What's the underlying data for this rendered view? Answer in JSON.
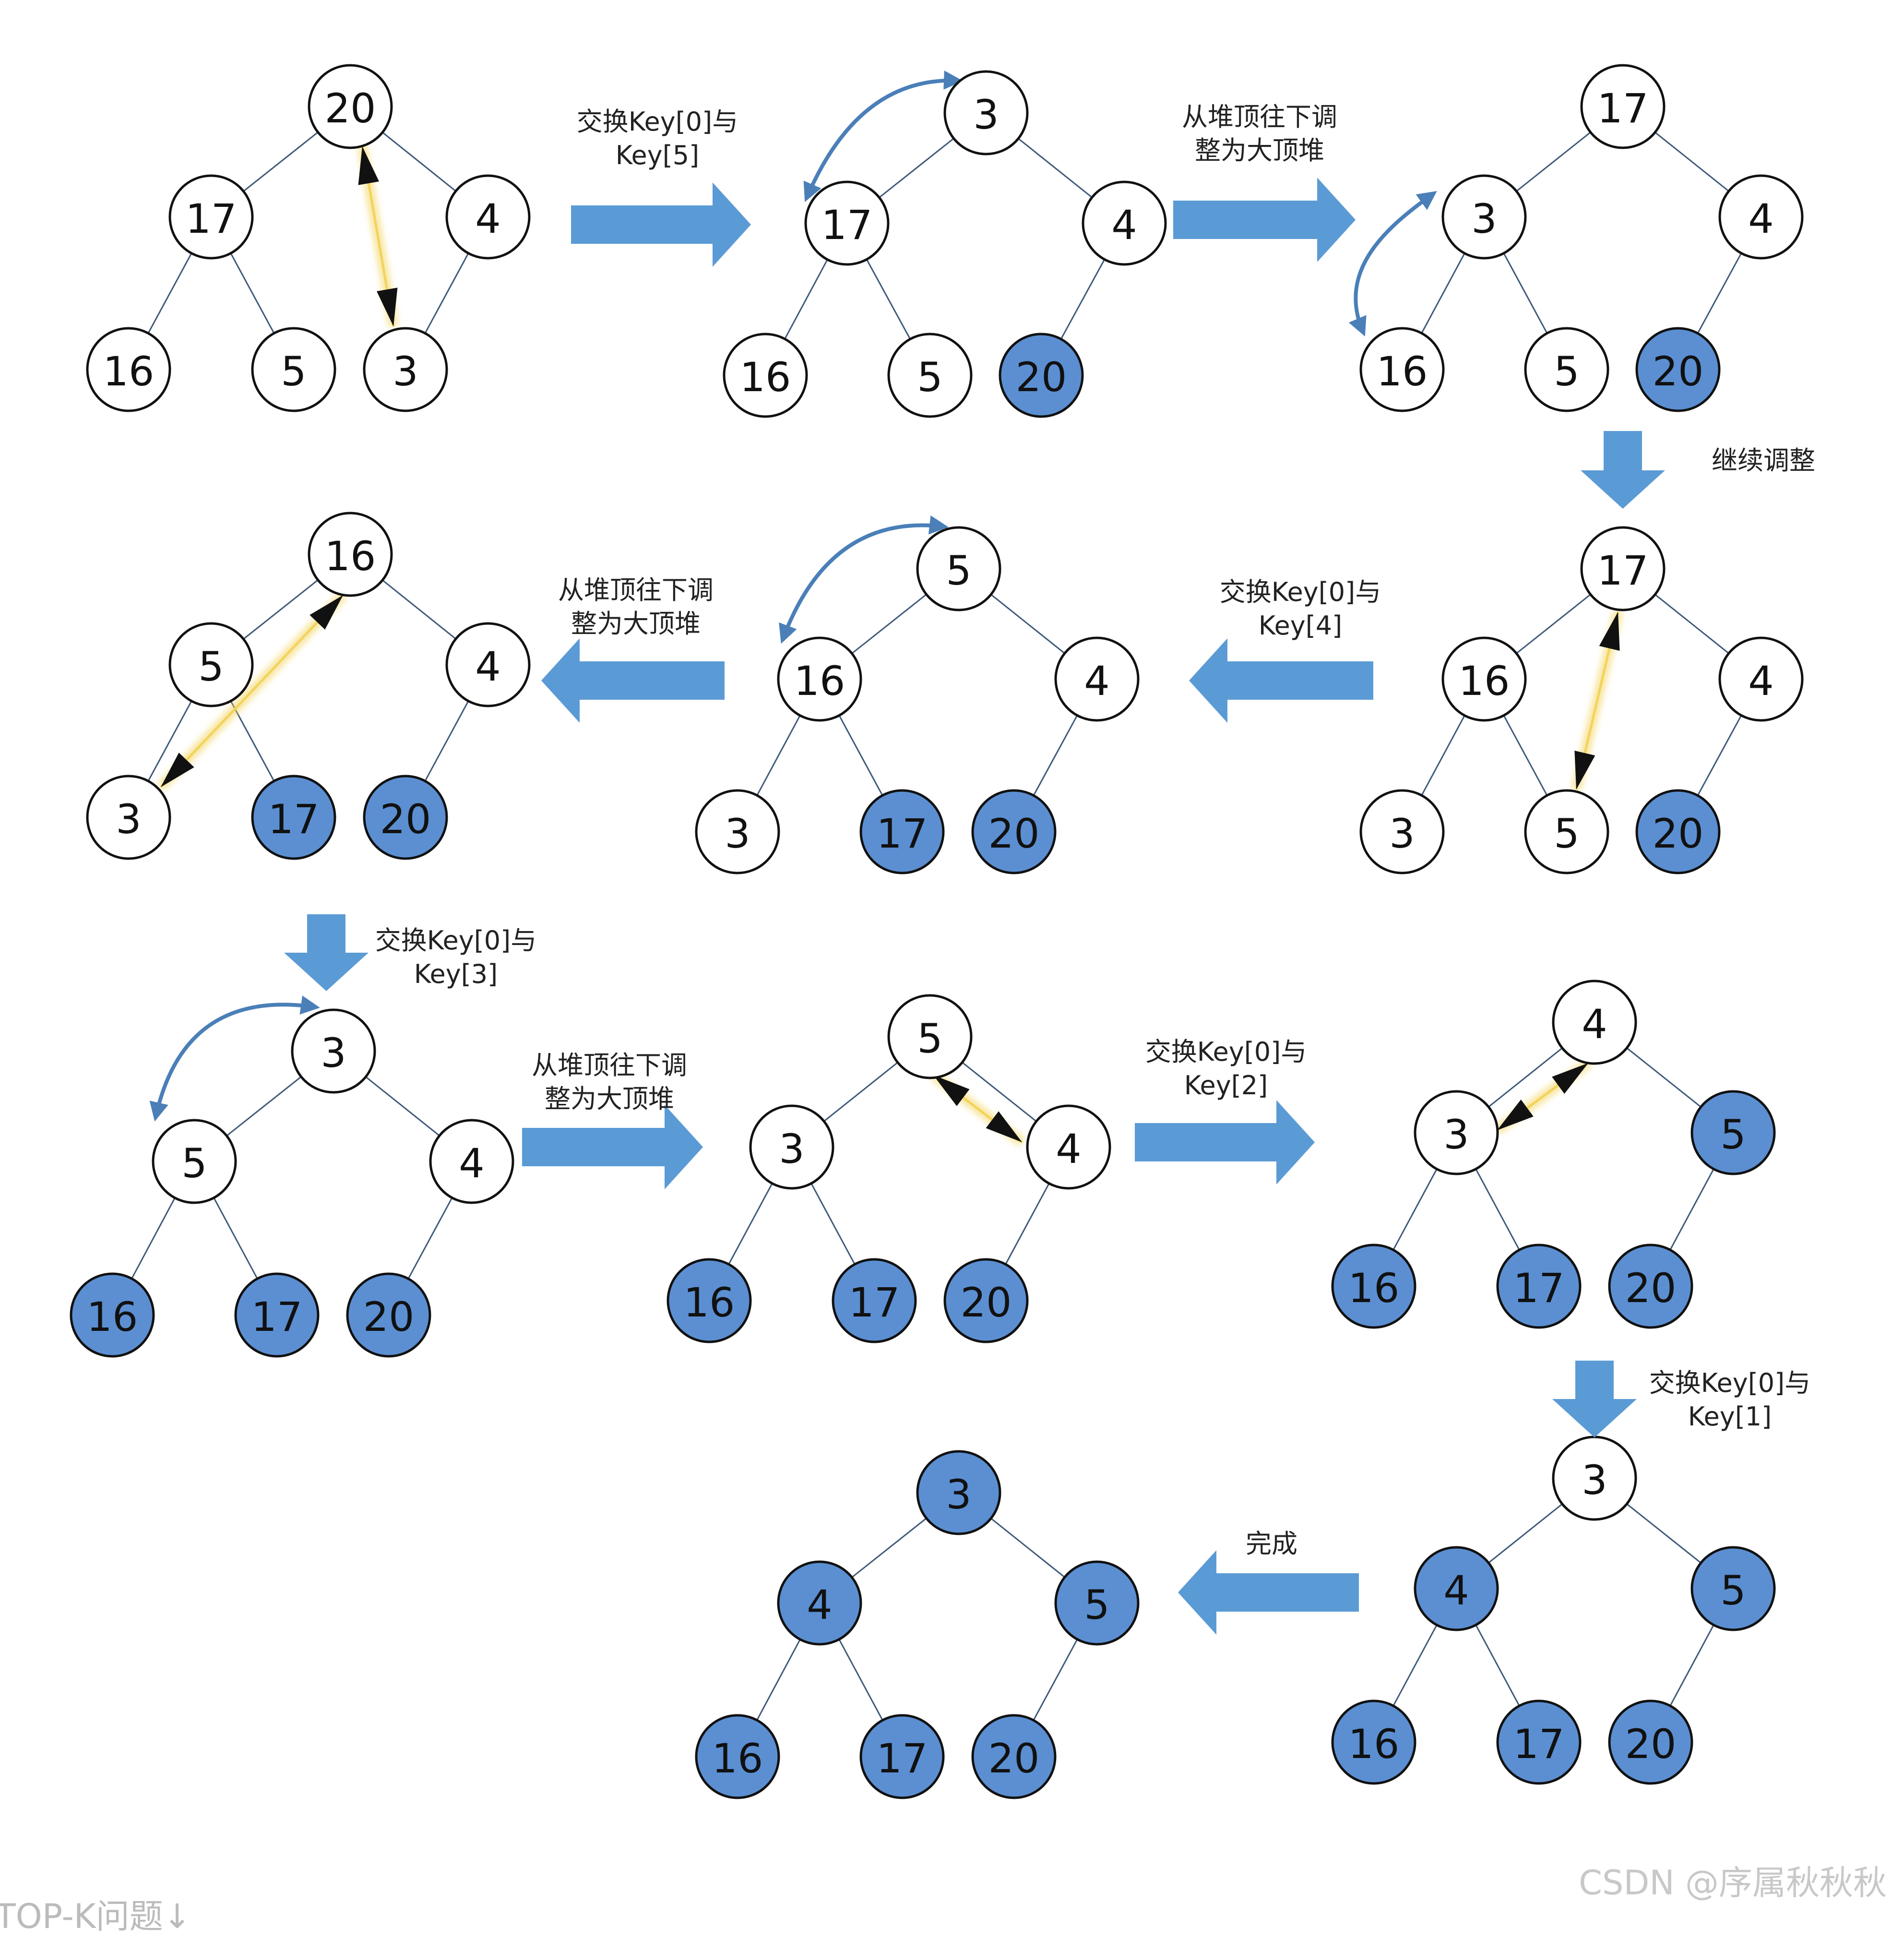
{
  "colors": {
    "sorted_fill": "#5b8fd2",
    "node_fill": "#ffffff",
    "node_stroke": "#111111",
    "edge": "#3f5a78",
    "step_arrow": "#5b9bd5",
    "curve_arrow": "#4a7fb8",
    "swap_glow": "#f3d35a",
    "swap_arrow": "#111111"
  },
  "labels": {
    "swap_5": [
      "交换Key[0]与",
      "Key[5]"
    ],
    "heapify_1": [
      "从堆顶往下调",
      "整为大顶堆"
    ],
    "continue": "继续调整",
    "swap_4": [
      "交换Key[0]与",
      "Key[4]"
    ],
    "heapify_2": [
      "从堆顶往下调",
      "整为大顶堆"
    ],
    "swap_3": [
      "交换Key[0]与",
      "Key[3]"
    ],
    "heapify_3": [
      "从堆顶往下调",
      "整为大顶堆"
    ],
    "swap_2": [
      "交换Key[0]与",
      "Key[2]"
    ],
    "swap_1": [
      "交换Key[0]与",
      "Key[1]"
    ],
    "done": "完成"
  },
  "trees": [
    {
      "id": "t1",
      "values": [
        "20",
        "17",
        "4",
        "16",
        "5",
        "3"
      ],
      "sorted": [
        false,
        false,
        false,
        false,
        false,
        false
      ]
    },
    {
      "id": "t2",
      "values": [
        "3",
        "17",
        "4",
        "16",
        "5",
        "20"
      ],
      "sorted": [
        false,
        false,
        false,
        false,
        false,
        true
      ]
    },
    {
      "id": "t3",
      "values": [
        "17",
        "3",
        "4",
        "16",
        "5",
        "20"
      ],
      "sorted": [
        false,
        false,
        false,
        false,
        false,
        true
      ]
    },
    {
      "id": "t4",
      "values": [
        "17",
        "16",
        "4",
        "3",
        "5",
        "20"
      ],
      "sorted": [
        false,
        false,
        false,
        false,
        false,
        true
      ]
    },
    {
      "id": "t5",
      "values": [
        "5",
        "16",
        "4",
        "3",
        "17",
        "20"
      ],
      "sorted": [
        false,
        false,
        false,
        false,
        true,
        true
      ]
    },
    {
      "id": "t6",
      "values": [
        "16",
        "5",
        "4",
        "3",
        "17",
        "20"
      ],
      "sorted": [
        false,
        false,
        false,
        false,
        true,
        true
      ]
    },
    {
      "id": "t7",
      "values": [
        "3",
        "5",
        "4",
        "16",
        "17",
        "20"
      ],
      "sorted": [
        false,
        false,
        false,
        true,
        true,
        true
      ]
    },
    {
      "id": "t8",
      "values": [
        "5",
        "3",
        "4",
        "16",
        "17",
        "20"
      ],
      "sorted": [
        false,
        false,
        false,
        true,
        true,
        true
      ]
    },
    {
      "id": "t9",
      "values": [
        "4",
        "3",
        "5",
        "16",
        "17",
        "20"
      ],
      "sorted": [
        false,
        false,
        true,
        true,
        true,
        true
      ]
    },
    {
      "id": "t10",
      "values": [
        "3",
        "4",
        "5",
        "16",
        "17",
        "20"
      ],
      "sorted": [
        false,
        true,
        true,
        true,
        true,
        true
      ]
    },
    {
      "id": "t11",
      "values": [
        "3",
        "4",
        "5",
        "16",
        "17",
        "20"
      ],
      "sorted": [
        true,
        true,
        true,
        true,
        true,
        true
      ]
    }
  ],
  "watermark": "CSDN @序属秋秋秋",
  "cutoff_text": "TOP-K问题↓"
}
